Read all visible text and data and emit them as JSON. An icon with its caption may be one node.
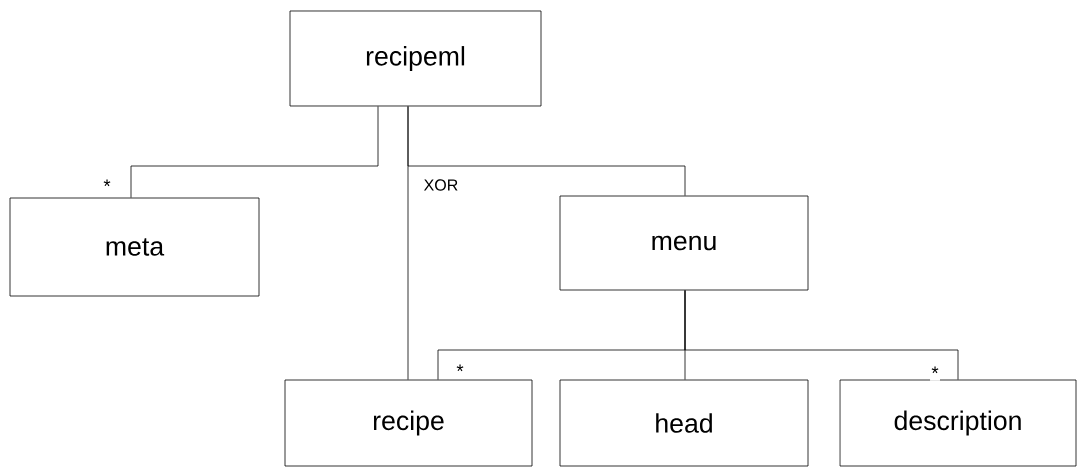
{
  "diagram": {
    "nodes": [
      {
        "text": [
          "recipeml"
        ]
      },
      {
        "text": [
          "meta"
        ]
      },
      {
        "text": [
          "menu"
        ]
      },
      {
        "text": [
          "recipe"
        ]
      },
      {
        "text": [
          "head"
        ]
      },
      {
        "text": [
          "description"
        ]
      }
    ],
    "edges": [
      {
        "from": 0,
        "to": 1,
        "arrow": "none",
        "label": "*"
      },
      {
        "from": 0,
        "to": 3,
        "arrow": "none"
      },
      {
        "from": 0,
        "to": 2,
        "arrow": "none"
      },
      {
        "from": 2,
        "to": 3,
        "arrow": "none",
        "label": "*"
      },
      {
        "from": 2,
        "to": 4,
        "arrow": "none"
      },
      {
        "from": 2,
        "to": 5,
        "arrow": "none",
        "label": "*"
      }
    ],
    "labels": [
      "XOR"
    ]
  }
}
